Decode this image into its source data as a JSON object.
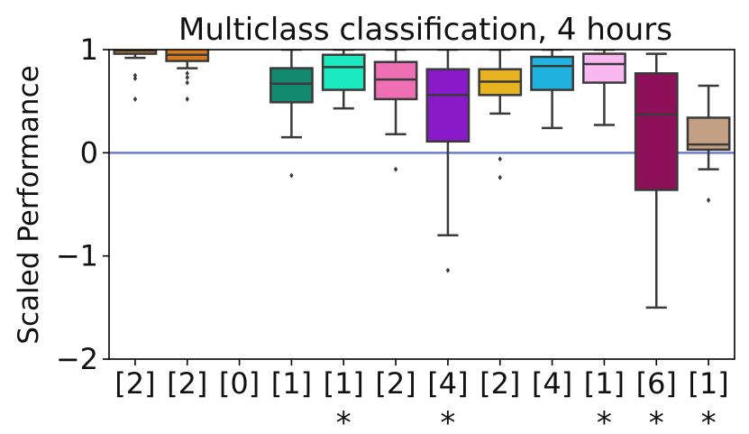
{
  "chart_data": {
    "type": "box",
    "title": "Multiclass classification, 4 hours",
    "xlabel": "",
    "ylabel": "Scaled Performance",
    "ylim": [
      -2,
      1
    ],
    "yticks": [
      {
        "value": 1,
        "label": "1"
      },
      {
        "value": 0,
        "label": "0"
      },
      {
        "value": -1,
        "label": "−1"
      },
      {
        "value": -2,
        "label": "−2"
      }
    ],
    "reference_line": {
      "y": 0,
      "color": "#6b7fc9"
    },
    "grid": false,
    "legend": "none",
    "categories": [
      "[2]",
      "[2]",
      "[0]",
      "[1]",
      "[1]",
      "[2]",
      "[4]",
      "[2]",
      "[4]",
      "[1]",
      "[6]",
      "[1]"
    ],
    "star_marks": [
      "",
      "",
      "",
      "",
      "*",
      "",
      "*",
      "",
      "",
      "*",
      "*",
      "*"
    ],
    "boxes": [
      {
        "color": "#e08a1e",
        "q1": 0.96,
        "median": 0.99,
        "q3": 1.02,
        "whislo": 0.92,
        "whishi": 1.05,
        "fliers": [
          0.75,
          0.72,
          0.52
        ]
      },
      {
        "color": "#d97a1c",
        "q1": 0.89,
        "median": 0.95,
        "q3": 1.02,
        "whislo": 0.82,
        "whishi": 1.05,
        "fliers": [
          0.77,
          0.73,
          0.68,
          0.52
        ]
      },
      null,
      {
        "color": "#138a70",
        "q1": 0.49,
        "median": 0.67,
        "q3": 0.82,
        "whislo": 0.15,
        "whishi": 1.0,
        "fliers": [
          -0.22
        ]
      },
      {
        "color": "#1de9c1",
        "q1": 0.61,
        "median": 0.83,
        "q3": 0.95,
        "whislo": 0.43,
        "whishi": 1.0,
        "fliers": []
      },
      {
        "color": "#ef6fb4",
        "q1": 0.52,
        "median": 0.71,
        "q3": 0.88,
        "whislo": 0.18,
        "whishi": 1.0,
        "fliers": [
          -0.16
        ]
      },
      {
        "color": "#8a1ac9",
        "q1": 0.11,
        "median": 0.56,
        "q3": 0.81,
        "whislo": -0.8,
        "whishi": 1.0,
        "fliers": [
          -1.14
        ]
      },
      {
        "color": "#e8b320",
        "q1": 0.56,
        "median": 0.69,
        "q3": 0.81,
        "whislo": 0.38,
        "whishi": 1.0,
        "fliers": [
          -0.06,
          -0.24
        ]
      },
      {
        "color": "#20b3e0",
        "q1": 0.61,
        "median": 0.84,
        "q3": 0.93,
        "whislo": 0.24,
        "whishi": 1.0,
        "fliers": []
      },
      {
        "color": "#f9b8f0",
        "q1": 0.68,
        "median": 0.86,
        "q3": 0.96,
        "whislo": 0.27,
        "whishi": 1.0,
        "fliers": []
      },
      {
        "color": "#8e1058",
        "q1": -0.36,
        "median": 0.37,
        "q3": 0.77,
        "whislo": -1.5,
        "whishi": 0.96,
        "fliers": []
      },
      {
        "color": "#c3a083",
        "q1": 0.03,
        "median": 0.08,
        "q3": 0.34,
        "whislo": -0.16,
        "whishi": 0.65,
        "fliers": [
          -0.46
        ]
      }
    ]
  }
}
